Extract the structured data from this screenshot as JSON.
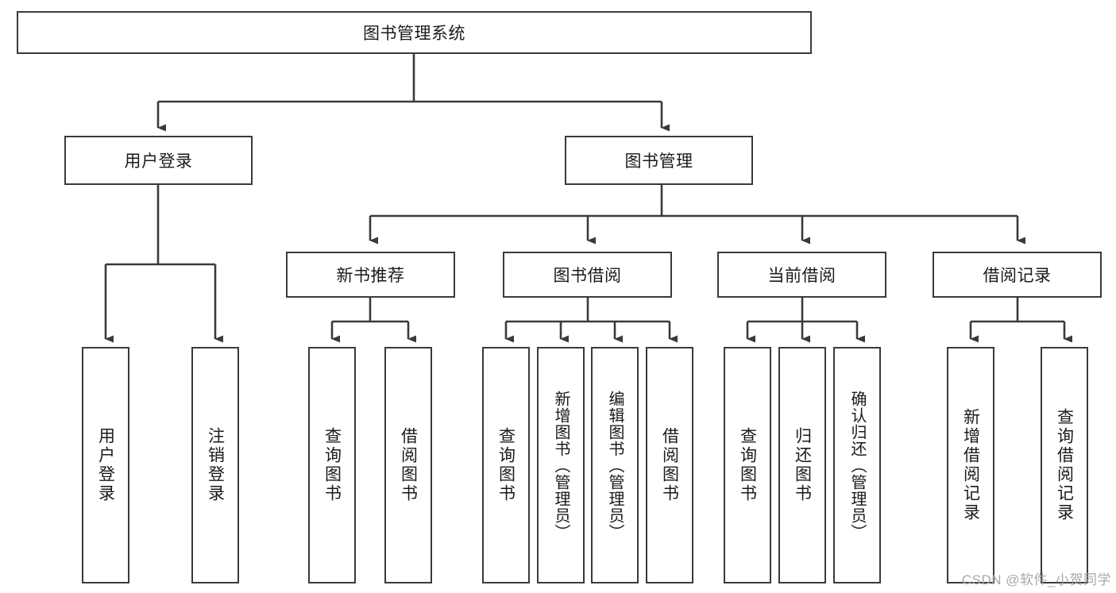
{
  "diagram": {
    "title": "图书管理系统",
    "type": "hierarchy-tree",
    "root": {
      "label": "图书管理系统"
    },
    "level2": [
      {
        "label": "用户登录"
      },
      {
        "label": "图书管理"
      }
    ],
    "level3": [
      {
        "label": "新书推荐"
      },
      {
        "label": "图书借阅"
      },
      {
        "label": "当前借阅"
      },
      {
        "label": "借阅记录"
      }
    ],
    "leaves": {
      "user_login": [
        {
          "label": "用户登录"
        },
        {
          "label": "注销登录"
        }
      ],
      "new_book_recommend": [
        {
          "label": "查询图书"
        },
        {
          "label": "借阅图书"
        }
      ],
      "book_borrow": [
        {
          "label": "查询图书"
        },
        {
          "label": "新增图书（管理员）"
        },
        {
          "label": "编辑图书（管理员）"
        },
        {
          "label": "借阅图书"
        }
      ],
      "current_borrow": [
        {
          "label": "查询图书"
        },
        {
          "label": "归还图书"
        },
        {
          "label": "确认归还（管理员）"
        }
      ],
      "borrow_record": [
        {
          "label": "新增借阅记录"
        },
        {
          "label": "查询借阅记录"
        }
      ]
    }
  },
  "watermark": {
    "text": "CSDN @软件_小贺同学"
  },
  "colors": {
    "stroke": "#3a3a3a",
    "fill": "#ffffff",
    "text": "#1a1a1a",
    "watermark": "#a8a8a8"
  }
}
